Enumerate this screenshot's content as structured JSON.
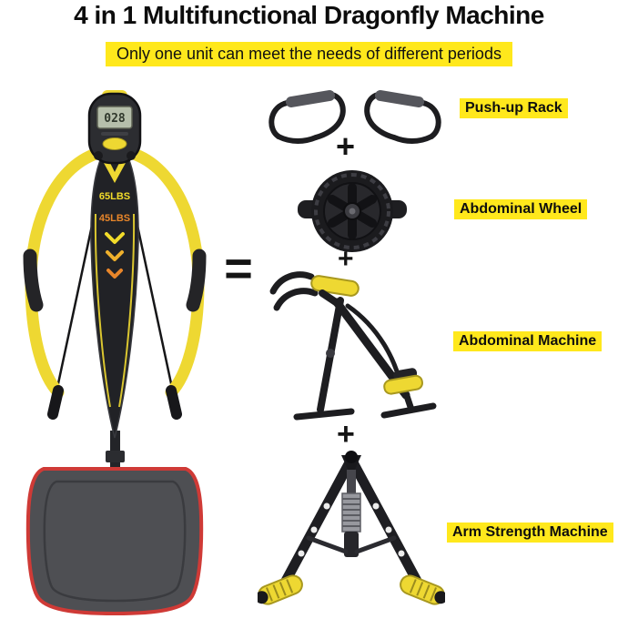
{
  "header": {
    "title": "4 in 1 Multifunctional Dragonfly Machine",
    "subtitle": "Only one unit can meet the needs of different periods"
  },
  "machine": {
    "icon": "dragonfly-machine",
    "lcd_value": "028",
    "resistance_labels": [
      "65LBS",
      "45LBS"
    ]
  },
  "equation": {
    "equals": "=",
    "plus": "+"
  },
  "items": [
    {
      "label": "Push-up Rack",
      "icon": "push-up-rack-icon"
    },
    {
      "label": "Abdominal Wheel",
      "icon": "abdominal-wheel-icon"
    },
    {
      "label": "Abdominal Machine",
      "icon": "abdominal-machine-icon"
    },
    {
      "label": "Arm Strength Machine",
      "icon": "arm-strength-machine-icon"
    }
  ],
  "colors": {
    "highlight_yellow": "#ffe81c",
    "equipment_yellow": "#eed832",
    "frame_black": "#1d1d20",
    "mat_gray": "#4e4f53",
    "mat_trim_red": "#cf3a36"
  }
}
